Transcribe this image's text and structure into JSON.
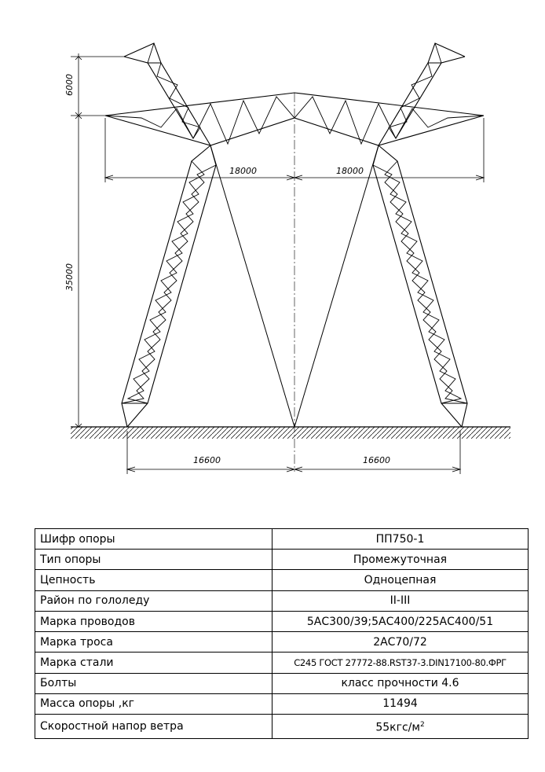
{
  "drawing": {
    "dimensions": {
      "top_height": "6000",
      "main_height": "35000",
      "half_span_left": "18000",
      "half_span_right": "18000",
      "base_left": "16600",
      "base_right": "16600"
    }
  },
  "table": {
    "rows": [
      {
        "label": "Шифр опоры",
        "value": "ПП750-1"
      },
      {
        "label": "Тип опоры",
        "value": "Промежуточная"
      },
      {
        "label": "Цепность",
        "value": "Одноцепная"
      },
      {
        "label": "Район по гололеду",
        "value": "II-III"
      },
      {
        "label": "Марка проводов",
        "value": "5АС300/39;5АС400/225АС400/51"
      },
      {
        "label": "Марка троса",
        "value": "2АС70/72"
      },
      {
        "label": "Марка стали",
        "value": "С245 ГОСТ 27772-88.RST37-3.DIN17100-80.ФРГ"
      },
      {
        "label": "Болты",
        "value": "класс прочности 4.6"
      },
      {
        "label": "Масса опоры ,кг",
        "value": "11494"
      },
      {
        "label": "Скоростной напор ветра",
        "value": "55кгс/м",
        "sup": "2"
      }
    ]
  }
}
